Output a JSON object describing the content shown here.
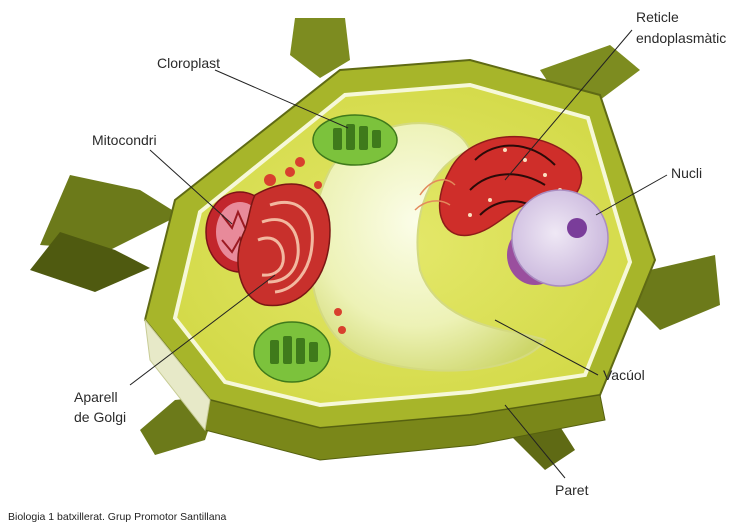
{
  "labels": {
    "reticle_line1": "Reticle",
    "reticle_line2": "endoplasmàtic",
    "cloroplast": "Cloroplast",
    "mitocondri": "Mitocondri",
    "nucli": "Nucli",
    "aparell_line1": "Aparell",
    "aparell_line2": "de Golgi",
    "vacuol": "Vacúol",
    "paret": "Paret"
  },
  "caption": "Biologia 1 batxillerat. Grup Promotor Santillana",
  "colors": {
    "wall": "#a7b52a",
    "wall_dark": "#5f6a14",
    "cytoplasm": "#d9df54",
    "membrane": "#f6f8d8",
    "vacuole": "#eef2b8",
    "chloroplast": "#7cc23c",
    "mitochondrion": "#c2262c",
    "golgi": "#c8302c",
    "nucleus": "#d9cde6",
    "nucleolus": "#7a3d9a",
    "er": "#cf2e2a"
  }
}
